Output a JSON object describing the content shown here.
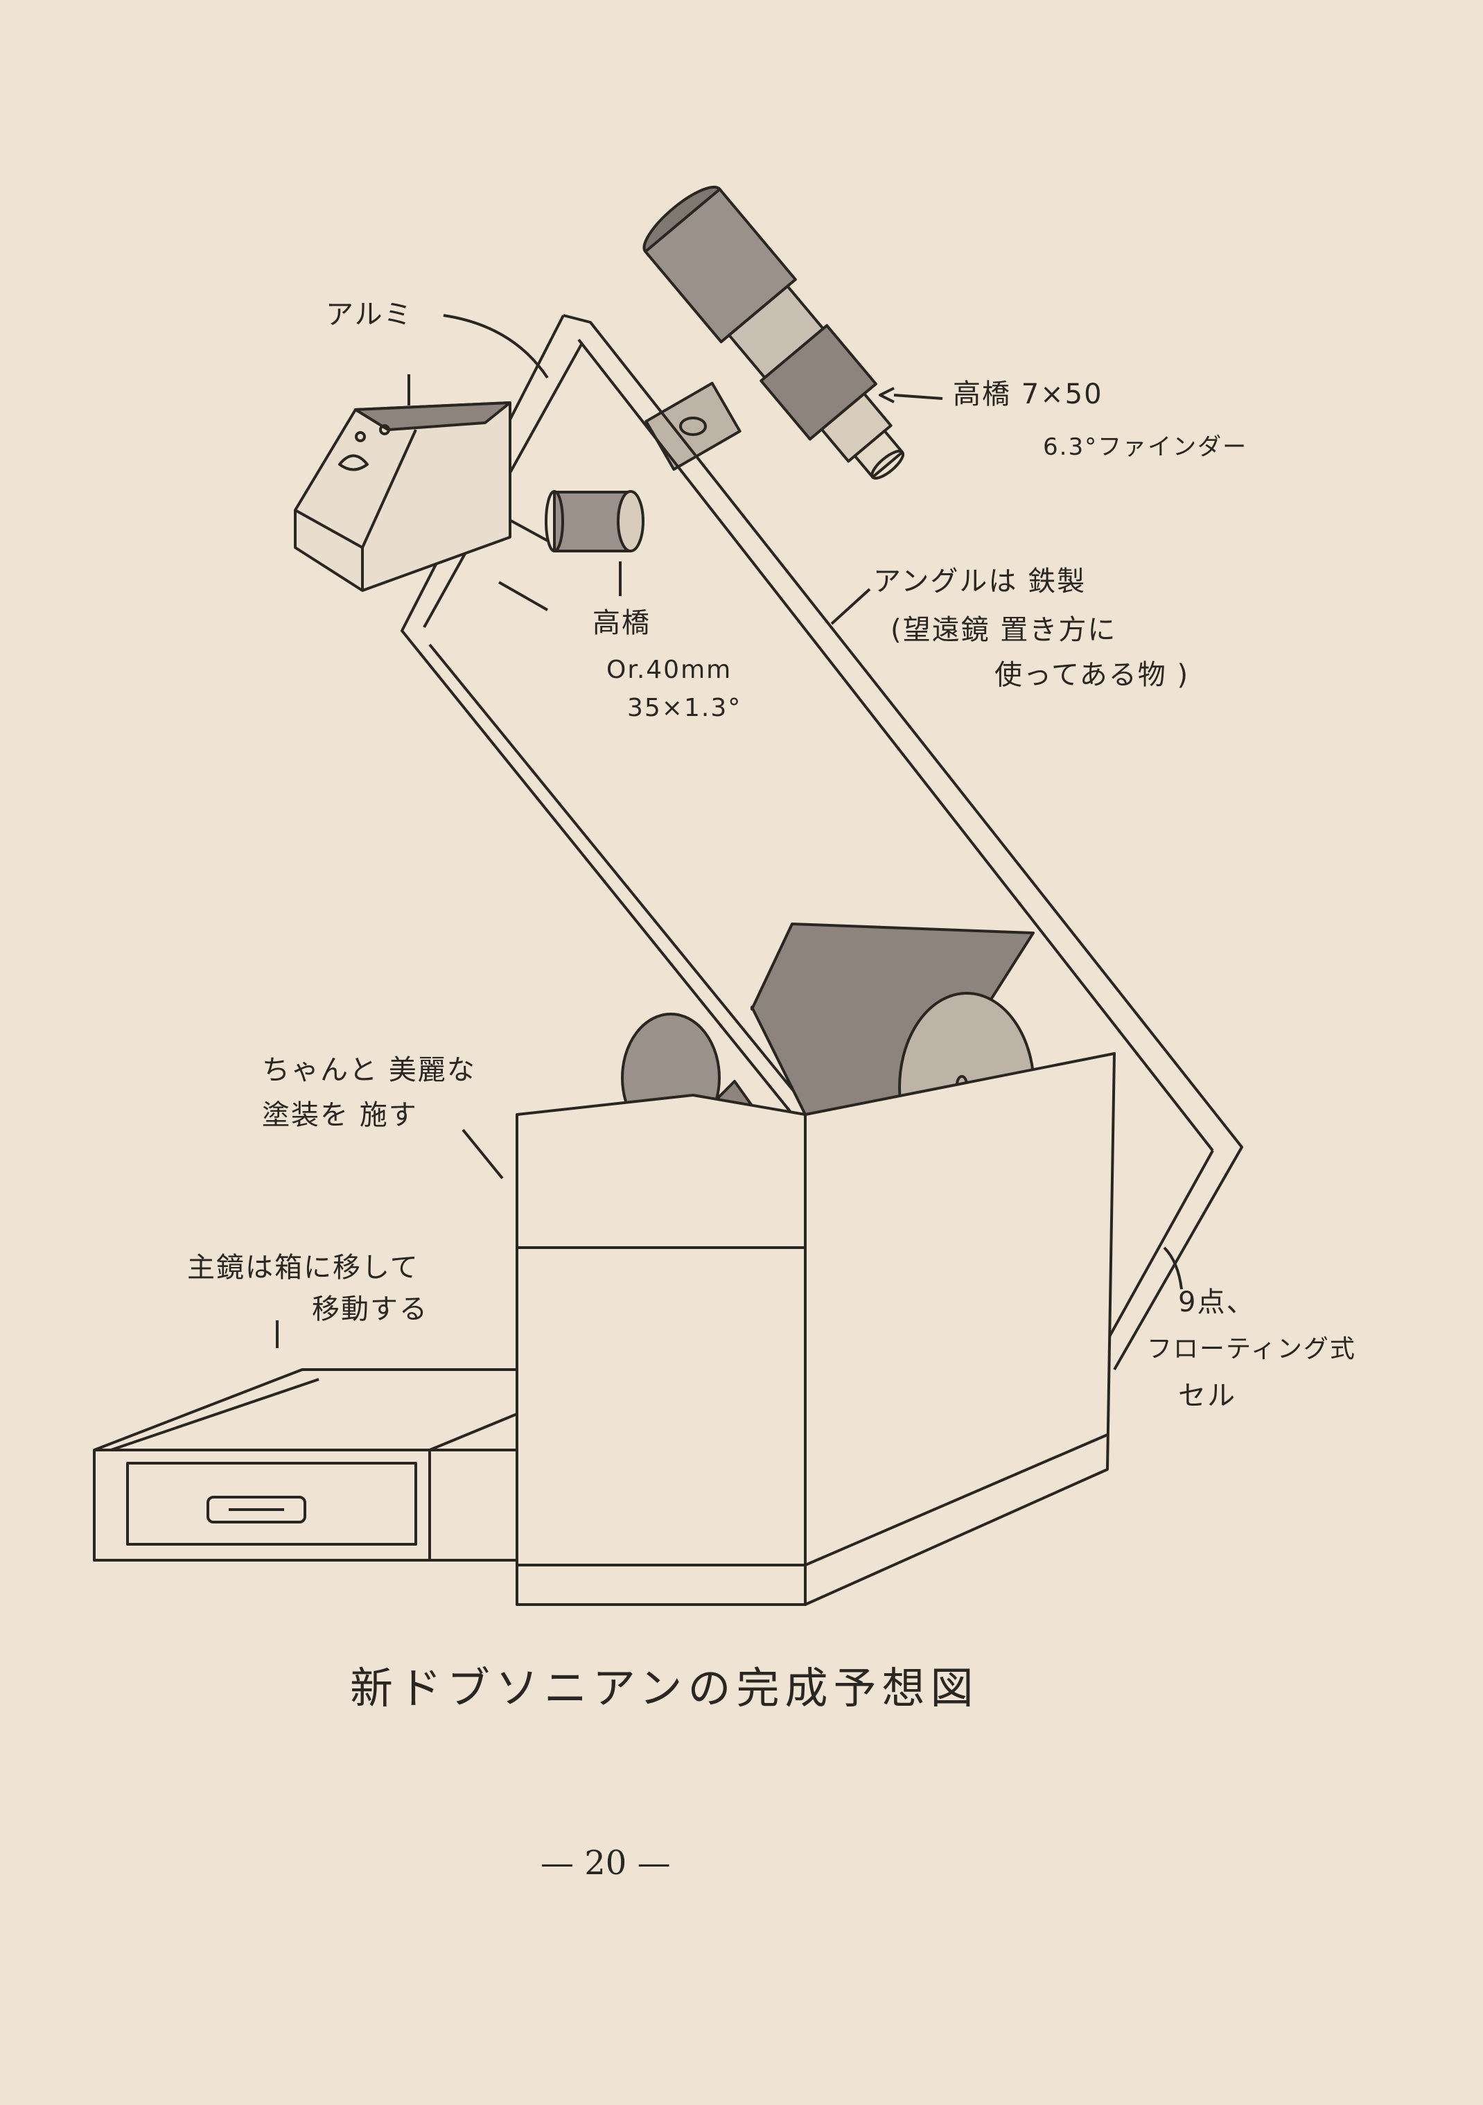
{
  "labels": {
    "aluminum": "アルミ",
    "finder_line1": "高橋 7×50",
    "finder_line2": "6.3°ファインダー",
    "eyepiece_line1": "高橋",
    "eyepiece_line2": "Or.40mm",
    "eyepiece_line3": "35×1.3°",
    "angle_line1": "アングルは 鉄製",
    "angle_line2": "(望遠鏡 置き方に",
    "angle_line3": "使ってある物 )",
    "paint_line1": "ちゃんと 美麗な",
    "paint_line2": "塗装を 施す",
    "mirror_line1": "主鏡は箱に移して",
    "mirror_line2": "移動する",
    "cell_line1": "9点、",
    "cell_line2": "フローティング式",
    "cell_line3": "セル"
  },
  "caption": "新ドブソニアンの完成予想図",
  "page_number": "— 20 —",
  "colors": {
    "paper": "#efe4d3",
    "ink": "#2a2622",
    "shade": "#8a837b"
  }
}
